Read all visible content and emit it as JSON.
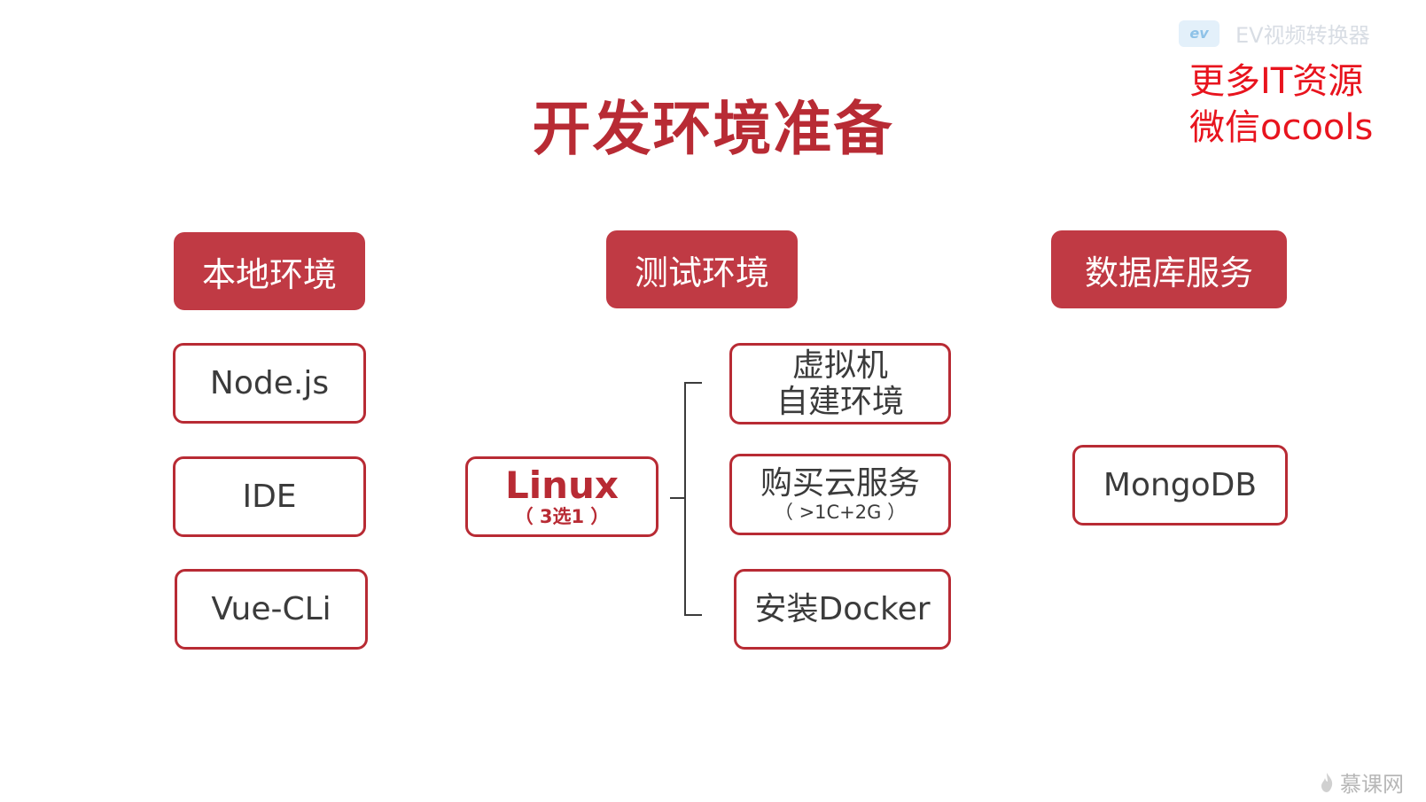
{
  "title": "开发环境准备",
  "watermark": {
    "logo_text": "ev",
    "app_name": "EV视频转换器"
  },
  "promo": {
    "line1": "更多IT资源",
    "line2": "微信ocools"
  },
  "columns": {
    "local": {
      "header": "本地环境",
      "items": [
        "Node.js",
        "IDE",
        "Vue-CLi"
      ]
    },
    "test": {
      "header": "测试环境",
      "linux": {
        "main": "Linux",
        "sub": "（ 3选1 ）"
      },
      "options": [
        {
          "line1": "虚拟机",
          "line2": "自建环境"
        },
        {
          "line1": "购买云服务",
          "line2": "（ >1C+2G ）"
        },
        {
          "line1": "安装Docker"
        }
      ]
    },
    "db": {
      "header": "数据库服务",
      "items": [
        "MongoDB"
      ]
    }
  },
  "footer_logo": "慕课网",
  "colors": {
    "brand_red": "#b82b34",
    "header_fill": "#c03a44",
    "promo_red": "#e8141e"
  }
}
